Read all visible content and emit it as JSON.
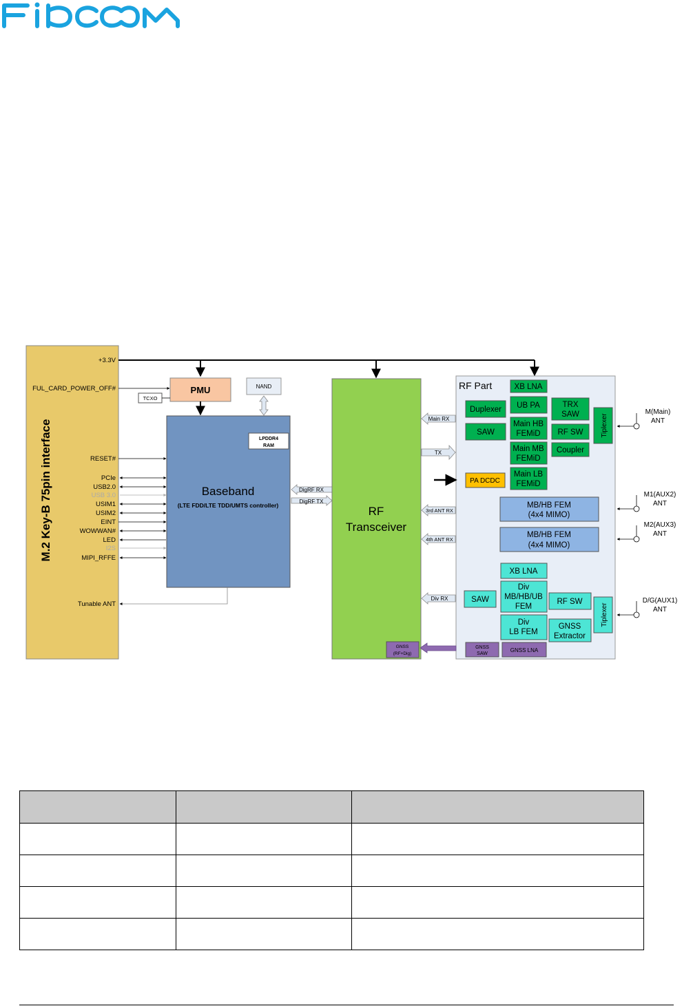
{
  "header": {
    "logo_text": "FIBOCOM",
    "brand_color": "#1aa3df"
  },
  "diagram": {
    "m2": {
      "title": "M.2 Key-B 75pin interface",
      "pins": {
        "p33": "+3.3V",
        "poweroff": "FUL_CARD_POWER_OFF#",
        "reset": "RESET#",
        "pcie": "PCIe",
        "usb2": "USB2.0",
        "usb3": "USB 3.0",
        "usim1": "USIM1",
        "usim2": "USIM2",
        "eint": "EINT",
        "wowwan": "WOWWAN#",
        "led": "LED",
        "i2s": "I2S",
        "mipi": "MIPI_RFFE",
        "tunable": "Tunable ANT"
      }
    },
    "pmu": "PMU",
    "tcxo": "TCXO",
    "nand": "NAND",
    "lpddr": {
      "line1": "LPDDR4",
      "line2": "RAM"
    },
    "baseband": {
      "title": "Baseband",
      "subtitle": "(LTE FDD/LTE TDD/UMTS controller)"
    },
    "digrf": {
      "rx": "DigRF RX",
      "tx": "DigRF TX"
    },
    "transceiver": {
      "line1": "RF",
      "line2": "Transceiver"
    },
    "gnss_rf": {
      "line1": "GNSS",
      "line2": "(RF+Dig)"
    },
    "rf_links": {
      "main_rx": "Main RX",
      "tx": "TX",
      "ant3": "3rd ANT RX",
      "ant4": "4th ANT RX",
      "div_rx": "Div RX"
    },
    "rf_part": {
      "title": "RF Part",
      "xb_lna": "XB LNA",
      "duplexer": "Duplexer",
      "ub_pa": "UB PA",
      "trx_saw": {
        "l1": "TRX",
        "l2": "SAW"
      },
      "saw": "SAW",
      "main_hb": {
        "l1": "Main HB",
        "l2": "FEMiD"
      },
      "rf_sw": "RF SW",
      "tiplexer": "Tiplexer",
      "main_mb": {
        "l1": "Main MB",
        "l2": "FEMiD"
      },
      "coupler": "Coupler",
      "pa_dcdc": "PA DCDC",
      "main_lb": {
        "l1": "Main LB",
        "l2": "FEMiD"
      },
      "mimo1": {
        "l1": "MB/HB FEM",
        "l2": "(4x4 MIMO)"
      },
      "mimo2": {
        "l1": "MB/HB FEM",
        "l2": "(4x4 MIMO)"
      },
      "div_xb_lna": "XB LNA",
      "div_saw": "SAW",
      "div_mbhbub": {
        "l1": "Div",
        "l2": "MB/HB/UB",
        "l3": "FEM"
      },
      "div_rf_sw": "RF SW",
      "div_lb": {
        "l1": "Div",
        "l2": "LB FEM"
      },
      "gnss_ext": {
        "l1": "GNSS",
        "l2": "Extractor"
      },
      "tiplexer2": "Tiplexer",
      "gnss_saw": {
        "l1": "GNSS",
        "l2": "SAW"
      },
      "gnss_lna": "GNSS LNA"
    },
    "antennas": {
      "main": {
        "l1": "M(Main)",
        "l2": "ANT"
      },
      "aux2": {
        "l1": "M1(AUX2)",
        "l2": "ANT"
      },
      "aux3": {
        "l1": "M2(AUX3)",
        "l2": "ANT"
      },
      "aux1": {
        "l1": "D/G(AUX1)",
        "l2": "ANT"
      }
    }
  },
  "table": {
    "rows": 4,
    "columns": 3
  }
}
